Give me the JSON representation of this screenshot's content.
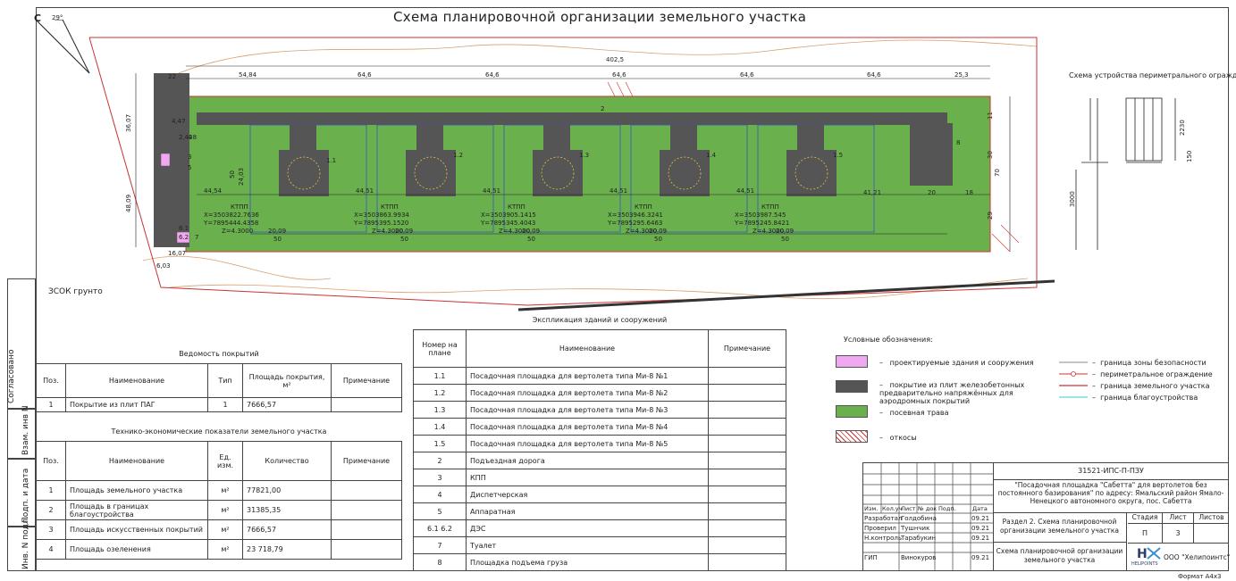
{
  "title": "Схема планировочной организации земельного участка",
  "north_label": "С",
  "north_angle": "29°",
  "fence_scheme": {
    "title": "Схема устройства периметрального ограждения",
    "dim_height": "3000",
    "dim_panel": "2230",
    "dim_base": "150"
  },
  "site_dims": {
    "top_total": "402,5",
    "top_segments": [
      "54,84",
      "64,6",
      "64,6",
      "64,6",
      "64,6",
      "64,6",
      "25,3"
    ],
    "left_upper": "36,07",
    "left_total": "48,09",
    "left_small": "22",
    "left_w": "4,47",
    "left_w2": "2,438",
    "bottom_left_a": "16,07",
    "bottom_left_b": "6,03",
    "right_upper": "11",
    "right_mid": "30",
    "right_lower": "29",
    "right_edge": "70",
    "right_pad": "20",
    "right_pad2": "18",
    "pad_gap_last": "41,21",
    "pad_w": "50",
    "pad_h_a": "50",
    "pad_h_b": "24,03",
    "pad_apron": "20,09",
    "pad_gaps": [
      "44,54",
      "44,51",
      "44,51",
      "44,51",
      "44,51"
    ],
    "road_label": "2",
    "dispatch_label": "8"
  },
  "pads": [
    {
      "label": "1.1",
      "x": "X=3503822.7636",
      "y": "Y=7895444.4358",
      "z": "Z=4.3000"
    },
    {
      "label": "1.2",
      "x": "X=3503863.9934",
      "y": "Y=7895395.1520",
      "z": "Z=4.3000"
    },
    {
      "label": "1.3",
      "x": "X=3503905.1415",
      "y": "Y=7895345.4043",
      "z": "Z=4.3000"
    },
    {
      "label": "1.4",
      "x": "X=3503946.3241",
      "y": "Y=7895295.6463",
      "z": "Z=4.3000"
    },
    {
      "label": "1.5",
      "x": "X=3503987.545",
      "y": "Y=7895245.8421",
      "z": "Z=4.3000"
    }
  ],
  "ktpp_label": "КТПП",
  "left_labels": [
    "4",
    "3",
    "5",
    "6.1",
    "6.2",
    "7"
  ],
  "map_note": "ЗСОК грунто",
  "coverage": {
    "caption": "Ведомость покрытий",
    "headers": [
      "Поз.",
      "Наименование",
      "Тип",
      "Площадь покрытия, м²",
      "Примечание"
    ],
    "rows": [
      [
        "1",
        "Покрытие из плит ПАГ",
        "1",
        "7666,57",
        ""
      ]
    ]
  },
  "tep": {
    "caption": "Технико-экономические показатели земельного участка",
    "headers": [
      "Поз.",
      "Наименование",
      "Ед. изм.",
      "Количество",
      "Примечание"
    ],
    "rows": [
      [
        "1",
        "Площадь земельного участка",
        "м²",
        "77821,00",
        ""
      ],
      [
        "2",
        "Площадь в границах благоустройства",
        "м²",
        "31385,35",
        ""
      ],
      [
        "3",
        "Площадь искусственных покрытий",
        "м²",
        "7666,57",
        ""
      ],
      [
        "4",
        "Площадь озеленения",
        "м²",
        "23 718,79",
        ""
      ]
    ]
  },
  "expl": {
    "caption": "Экспликация зданий и сооружений",
    "headers": [
      "Номер на плане",
      "Наименование",
      "Примечание"
    ],
    "rows": [
      [
        "1.1",
        "Посадочная площадка для вертолета типа Ми-8 №1",
        ""
      ],
      [
        "1.2",
        "Посадочная площадка для вертолета типа Ми-8 №2",
        ""
      ],
      [
        "1.3",
        "Посадочная площадка для вертолета типа Ми-8 №3",
        ""
      ],
      [
        "1.4",
        "Посадочная площадка для вертолета типа Ми-8 №4",
        ""
      ],
      [
        "1.5",
        "Посадочная площадка для вертолета типа Ми-8 №5",
        ""
      ],
      [
        "2",
        "Подъездная дорога",
        ""
      ],
      [
        "3",
        "КПП",
        ""
      ],
      [
        "4",
        "Диспетчерская",
        ""
      ],
      [
        "5",
        "Аппаратная",
        ""
      ],
      [
        "6.1 6.2",
        "ДЭС",
        ""
      ],
      [
        "7",
        "Туалет",
        ""
      ],
      [
        "8",
        "Площадка подъема груза",
        ""
      ]
    ]
  },
  "legend": {
    "caption": "Условные обозначения:",
    "items": [
      {
        "text": "проектируемые здания и сооружения",
        "color": "#f0a8f0"
      },
      {
        "text": "покрытие из плит железобетонных предварительно напряжённых для аэродромных покрытий",
        "color": "#555555"
      },
      {
        "text": "посевная трава",
        "color": "#6ab04c"
      },
      {
        "text": "откосы",
        "color": "#e8a0a0"
      }
    ],
    "lines": [
      {
        "text": "граница зоны безопасности",
        "color": "#888888"
      },
      {
        "text": "периметральное ограждение",
        "color": "#cc3333"
      },
      {
        "text": "граница земельного участка",
        "color": "#cc3333"
      },
      {
        "text": "граница благоустройства",
        "color": "#33cccc"
      }
    ]
  },
  "stamp": {
    "code": "31521-ИПС-П-ПЗУ",
    "project": "\"Посадочная площадка \"Сабетта\" для вертолетов без постоянного базирования\" по адресу: Ямальский район Ямало-Ненецкого автономного округа, пос. Сабетта",
    "section": "Раздел 2. Схема планировочной организации земельного участка",
    "sheet_title": "Схема планировочной организации земельного участка",
    "stage_h": "Стадия",
    "sheet_h": "Лист",
    "sheets_h": "Листов",
    "stage": "П",
    "sheet": "3",
    "sheets": "",
    "cols": [
      "Изм.",
      "Кол.уч",
      "Лист",
      "№ док",
      "Подп.",
      "Дата"
    ],
    "people": [
      {
        "role": "Разработал",
        "name": "Голдобина",
        "date": "09.21"
      },
      {
        "role": "Проверил",
        "name": "Тушнчик",
        "date": "09.21"
      },
      {
        "role": "Н.контроль",
        "name": "Тарабукин",
        "date": "09.21"
      },
      {
        "role": "ГИП",
        "name": "Винокуров",
        "date": "09.21"
      }
    ],
    "company": "ООО \"Хелипоинтс\"",
    "logo_sub": "HELIPOINTS",
    "logo_text": "H"
  },
  "sidebar_labels": [
    "Согласовано",
    "Взам. инв N",
    "Подп. и дата",
    "Инв. N подл."
  ],
  "format": "Формат А4х3"
}
